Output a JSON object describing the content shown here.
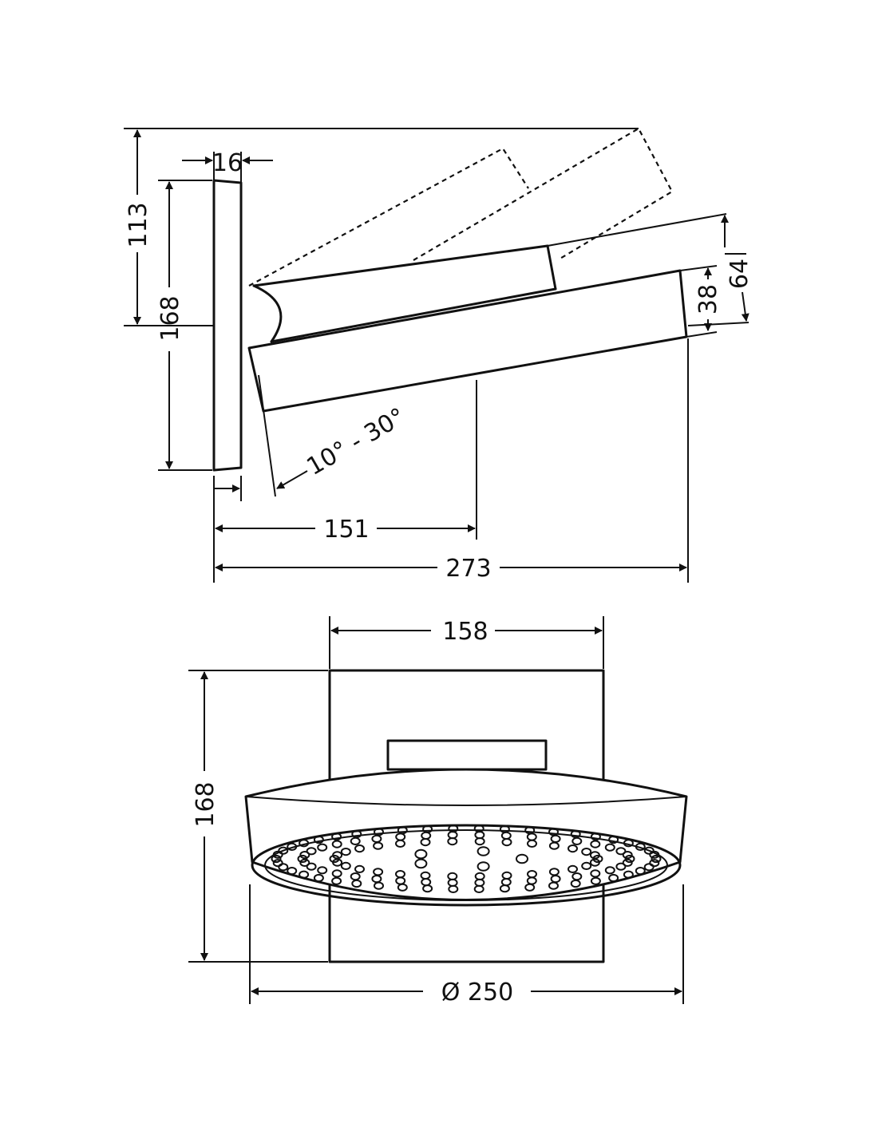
{
  "side_view": {
    "dim_height_top": "113",
    "dim_wall_plate": "16",
    "dim_plate_height": "168",
    "dim_depth_short": "151",
    "dim_depth_total": "273",
    "dim_head_38": "38",
    "dim_head_64": "64",
    "tilt_range": "10° - 30°"
  },
  "front_view": {
    "dim_width": "158",
    "dim_height": "168",
    "dim_diameter": "Ø 250"
  },
  "colors": {
    "line": "#111111",
    "background": "#ffffff"
  }
}
